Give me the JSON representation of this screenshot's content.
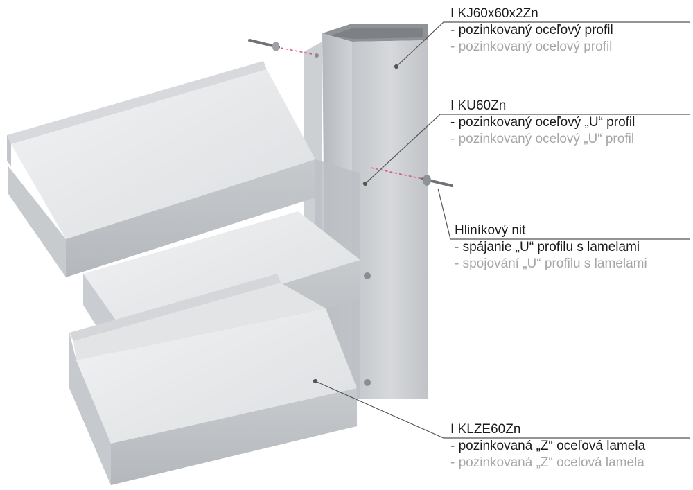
{
  "callouts": [
    {
      "code": "I KJ60x60x2Zn",
      "line_sk": "- pozinkovaný oceľový profil",
      "line_cz": "- pozinkovaný ocelový profil"
    },
    {
      "code": "I KU60Zn",
      "line_sk": "- pozinkovaný oceľový „U“ profil",
      "line_cz": "- pozinkovaný ocelový „U“ profil"
    },
    {
      "code": "Hliníkový nit",
      "line_sk": "- spájanie „U“ profilu s lamelami",
      "line_cz": "- spojování „U“ profilu s lamelami"
    },
    {
      "code": "I KLZE60Zn",
      "line_sk": "- pozinkovaná „Z“ oceľová lamela",
      "line_cz": "- pozinkovaná „Z“ ocelová lamela"
    }
  ],
  "colors": {
    "steel_light": "#e9eaec",
    "steel_mid": "#c9ccd0",
    "steel_dark": "#a9adb2",
    "leader_line": "#555555",
    "rivet_dash": "#e0507a",
    "secondary_text": "#a6a6a6"
  }
}
